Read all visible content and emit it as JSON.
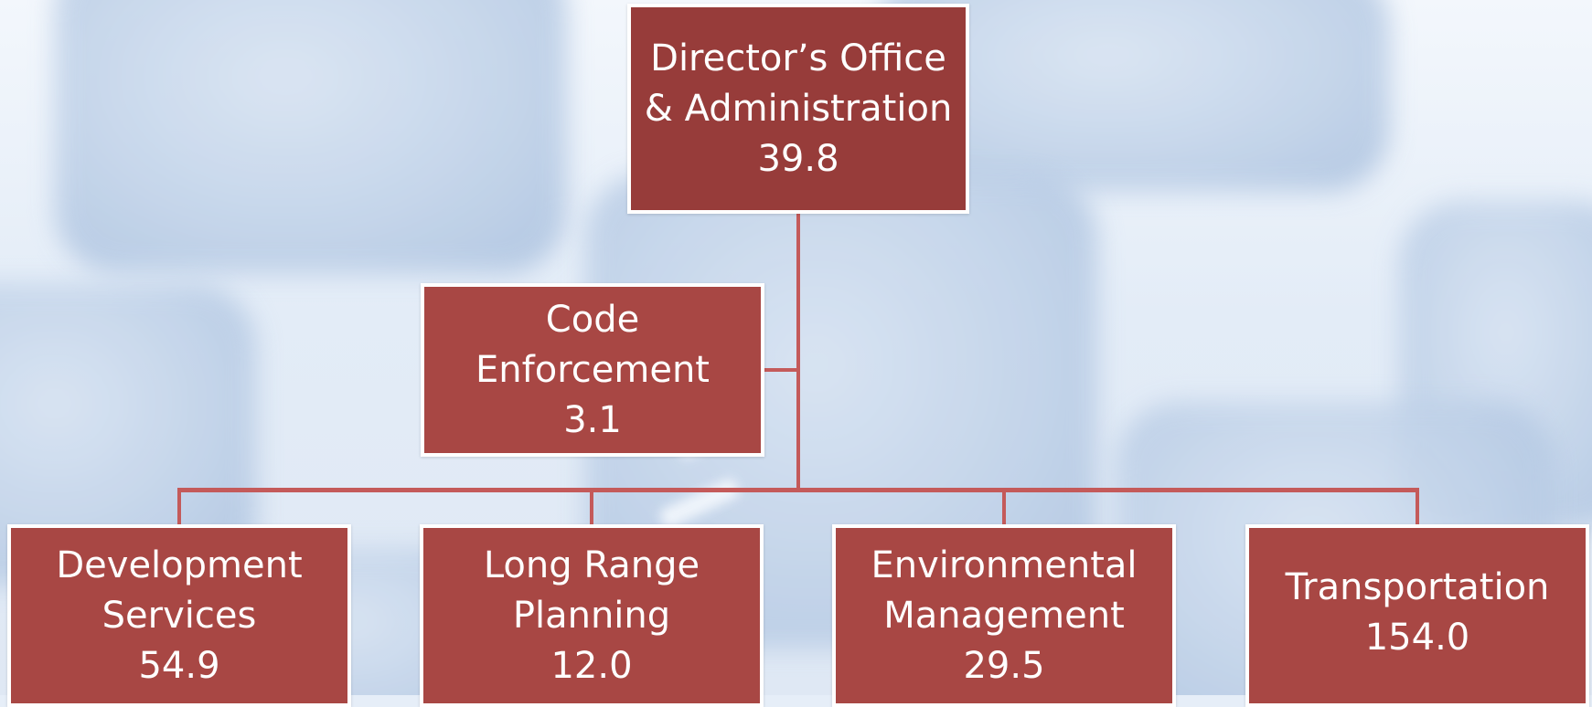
{
  "org_chart": {
    "root": {
      "name_lines": [
        "Director’s Office",
        "& Administration"
      ],
      "value": "39.8"
    },
    "assistant": {
      "name_lines": [
        "Code",
        "Enforcement"
      ],
      "value": "3.1"
    },
    "children": [
      {
        "name_lines": [
          "Development",
          "Services"
        ],
        "value": "54.9"
      },
      {
        "name_lines": [
          "Long Range",
          "Planning"
        ],
        "value": "12.0"
      },
      {
        "name_lines": [
          "Environmental",
          "Management"
        ],
        "value": "29.5"
      },
      {
        "name_lines": [
          "Transportation"
        ],
        "value": "154.0"
      }
    ]
  },
  "colors": {
    "box_fill": "#a84744",
    "root_fill": "#973c3a",
    "connector": "#c45a5a",
    "box_border": "#ffffff"
  }
}
